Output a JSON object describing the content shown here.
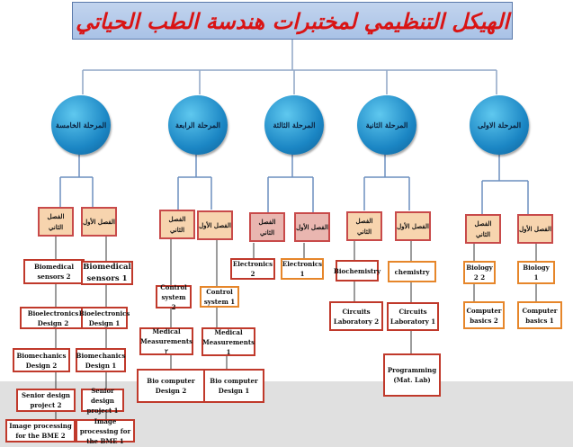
{
  "title": "الهيكل التنظيمي لمختبرات هندسة الطب الحياتي",
  "stages": [
    {
      "id": "s5",
      "label": "المرحلة الخامسة"
    },
    {
      "id": "s4",
      "label": "المرحلة الرابعة"
    },
    {
      "id": "s3",
      "label": "المرحلة الثالثة"
    },
    {
      "id": "s2",
      "label": "المرحلة الثانية"
    },
    {
      "id": "s1",
      "label": "المرحلة الاولى"
    }
  ],
  "semesters": {
    "second": "الفصل الثاني",
    "first": "الفصل الأول"
  },
  "courses": {
    "s5_2": [
      "Biomedical sensors 2",
      "Bioelectronics Design 2",
      "Biomechanics Design 2",
      "Senior design project 2",
      "Image processing for the BME 2"
    ],
    "s5_1": [
      "Biomedical sensors 1",
      "Bioelectronics Design 1",
      "Biomechanics Design 1",
      "Senior design project 1",
      "Image processing for the BME 1"
    ],
    "s4_2": [
      "Control system 2",
      "Medical Measurements ٢",
      "Bio computer Design 2"
    ],
    "s4_1": [
      "Control system 1",
      "Medical Measurements 1",
      "Bio computer Design 1"
    ],
    "s3_2": [
      "Electronics 2"
    ],
    "s3_1": [
      "Electronics 1"
    ],
    "s2_2": [
      "Biochemistry",
      "Circuits Laboratory 2"
    ],
    "s2_1": [
      "chemistry",
      "Circuits Laboratory 1",
      "Programming (Mat. Lab)"
    ],
    "s1_2": [
      "Biology 2 2",
      "Computer basics 2"
    ],
    "s1_1": [
      "Biology 1",
      "Computer basics 1"
    ]
  }
}
